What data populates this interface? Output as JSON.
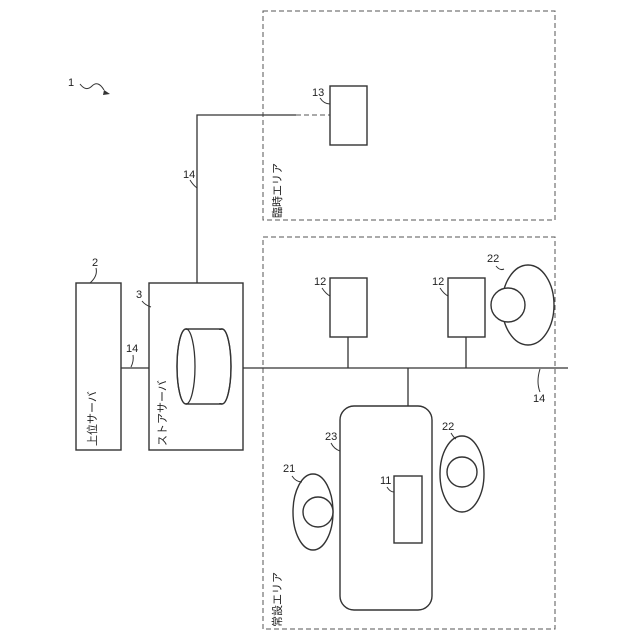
{
  "figure_ref": "1",
  "areas": {
    "temporary": {
      "label": "臨時エリア"
    },
    "permanent": {
      "label": "常設エリア"
    }
  },
  "nodes": {
    "upper_server": {
      "label": "上位サーバ",
      "ref": "2"
    },
    "store_server": {
      "label": "ストアサーバ",
      "ref": "3"
    },
    "device_11": {
      "ref": "11"
    },
    "device_12a": {
      "ref": "12"
    },
    "device_12b": {
      "ref": "12"
    },
    "device_13": {
      "ref": "13"
    },
    "person_21": {
      "ref": "21"
    },
    "person_22a": {
      "ref": "22"
    },
    "person_22b": {
      "ref": "22"
    },
    "counter_23": {
      "ref": "23"
    }
  },
  "network": {
    "ref_top": "14",
    "ref_left": "14",
    "ref_right": "14"
  }
}
